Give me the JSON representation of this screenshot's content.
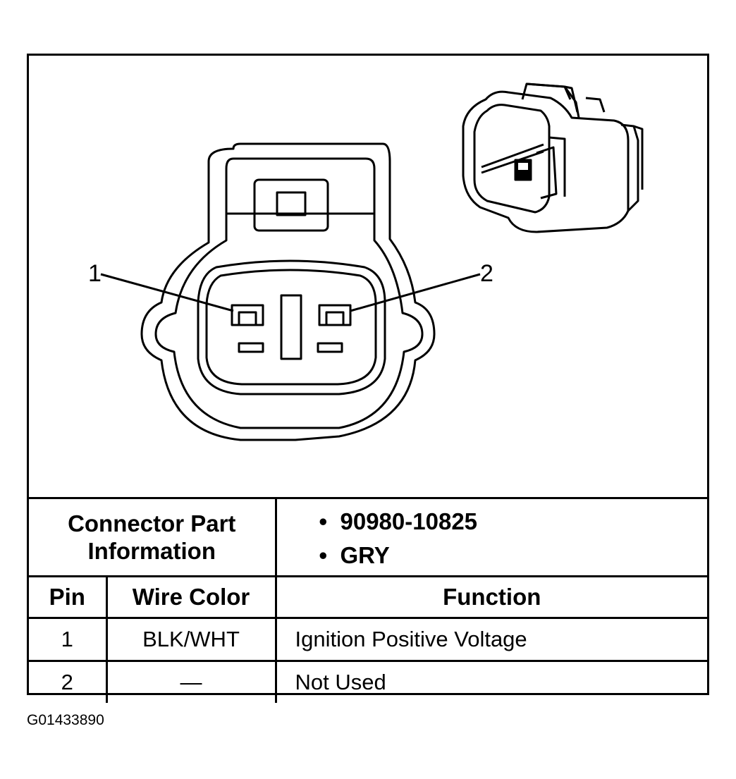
{
  "diagram": {
    "callouts": [
      "1",
      "2"
    ]
  },
  "connector_info": {
    "label_line1": "Connector Part",
    "label_line2": "Information",
    "part_number": "90980-10825",
    "color": "GRY"
  },
  "pin_table": {
    "headers": [
      "Pin",
      "Wire Color",
      "Function"
    ],
    "rows": [
      {
        "pin": "1",
        "wire_color": "BLK/WHT",
        "function": "Ignition Positive Voltage"
      },
      {
        "pin": "2",
        "wire_color": "—",
        "function": "Not Used"
      }
    ]
  },
  "figure_id": "G01433890"
}
